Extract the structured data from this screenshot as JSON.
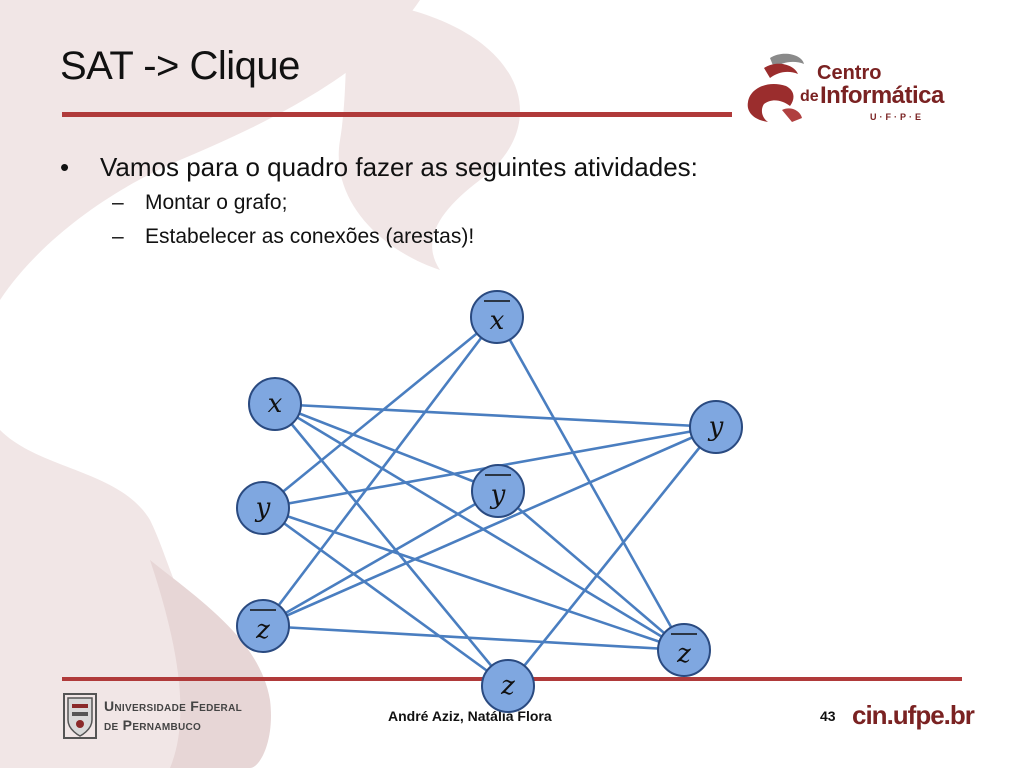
{
  "slide": {
    "title": "SAT -> Clique",
    "bullets": [
      {
        "text": "Vamos para o quadro fazer as seguintes atividades:",
        "marker": "•"
      },
      {
        "text": "Montar o grafo;",
        "marker": "–"
      },
      {
        "text": "Estabelecer as conexões (arestas)!",
        "marker": "–"
      }
    ],
    "footer": {
      "authors": "André Aziz, Natália Flora",
      "page": "43",
      "site": "cin.ufpe.br"
    }
  },
  "logos": {
    "centro": {
      "line1": "Centro",
      "line2_prefix": "de",
      "line2": "Informática",
      "line3": "U·F·P·E"
    },
    "ufpe": {
      "line1": "Universidade Federal",
      "line2": "de Pernambuco"
    }
  },
  "colors": {
    "accent_red": "#b03a3a",
    "node_fill": "#7fa7e0",
    "edge": "#4a7ec0",
    "logo_dark_red": "#7a2222"
  },
  "graph": {
    "nodes": [
      {
        "id": "xbar_top",
        "label": "x",
        "negated": true
      },
      {
        "id": "x_left",
        "label": "x",
        "negated": false
      },
      {
        "id": "y_right",
        "label": "y",
        "negated": false
      },
      {
        "id": "y_left",
        "label": "y",
        "negated": false
      },
      {
        "id": "ybar_mid",
        "label": "y",
        "negated": true
      },
      {
        "id": "zbar_left",
        "label": "z",
        "negated": true
      },
      {
        "id": "zbar_right",
        "label": "z",
        "negated": true
      },
      {
        "id": "z_bottom",
        "label": "z",
        "negated": false
      }
    ],
    "edges": [
      [
        "xbar_top",
        "y_left"
      ],
      [
        "xbar_top",
        "zbar_left"
      ],
      [
        "xbar_top",
        "zbar_right"
      ],
      [
        "x_left",
        "y_right"
      ],
      [
        "x_left",
        "zbar_right"
      ],
      [
        "x_left",
        "z_bottom"
      ],
      [
        "x_left",
        "ybar_mid"
      ],
      [
        "y_left",
        "y_right"
      ],
      [
        "y_left",
        "zbar_right"
      ],
      [
        "y_left",
        "z_bottom"
      ],
      [
        "ybar_mid",
        "zbar_left"
      ],
      [
        "ybar_mid",
        "zbar_right"
      ],
      [
        "zbar_left",
        "y_right"
      ],
      [
        "zbar_left",
        "zbar_right"
      ],
      [
        "z_bottom",
        "y_right"
      ]
    ]
  }
}
